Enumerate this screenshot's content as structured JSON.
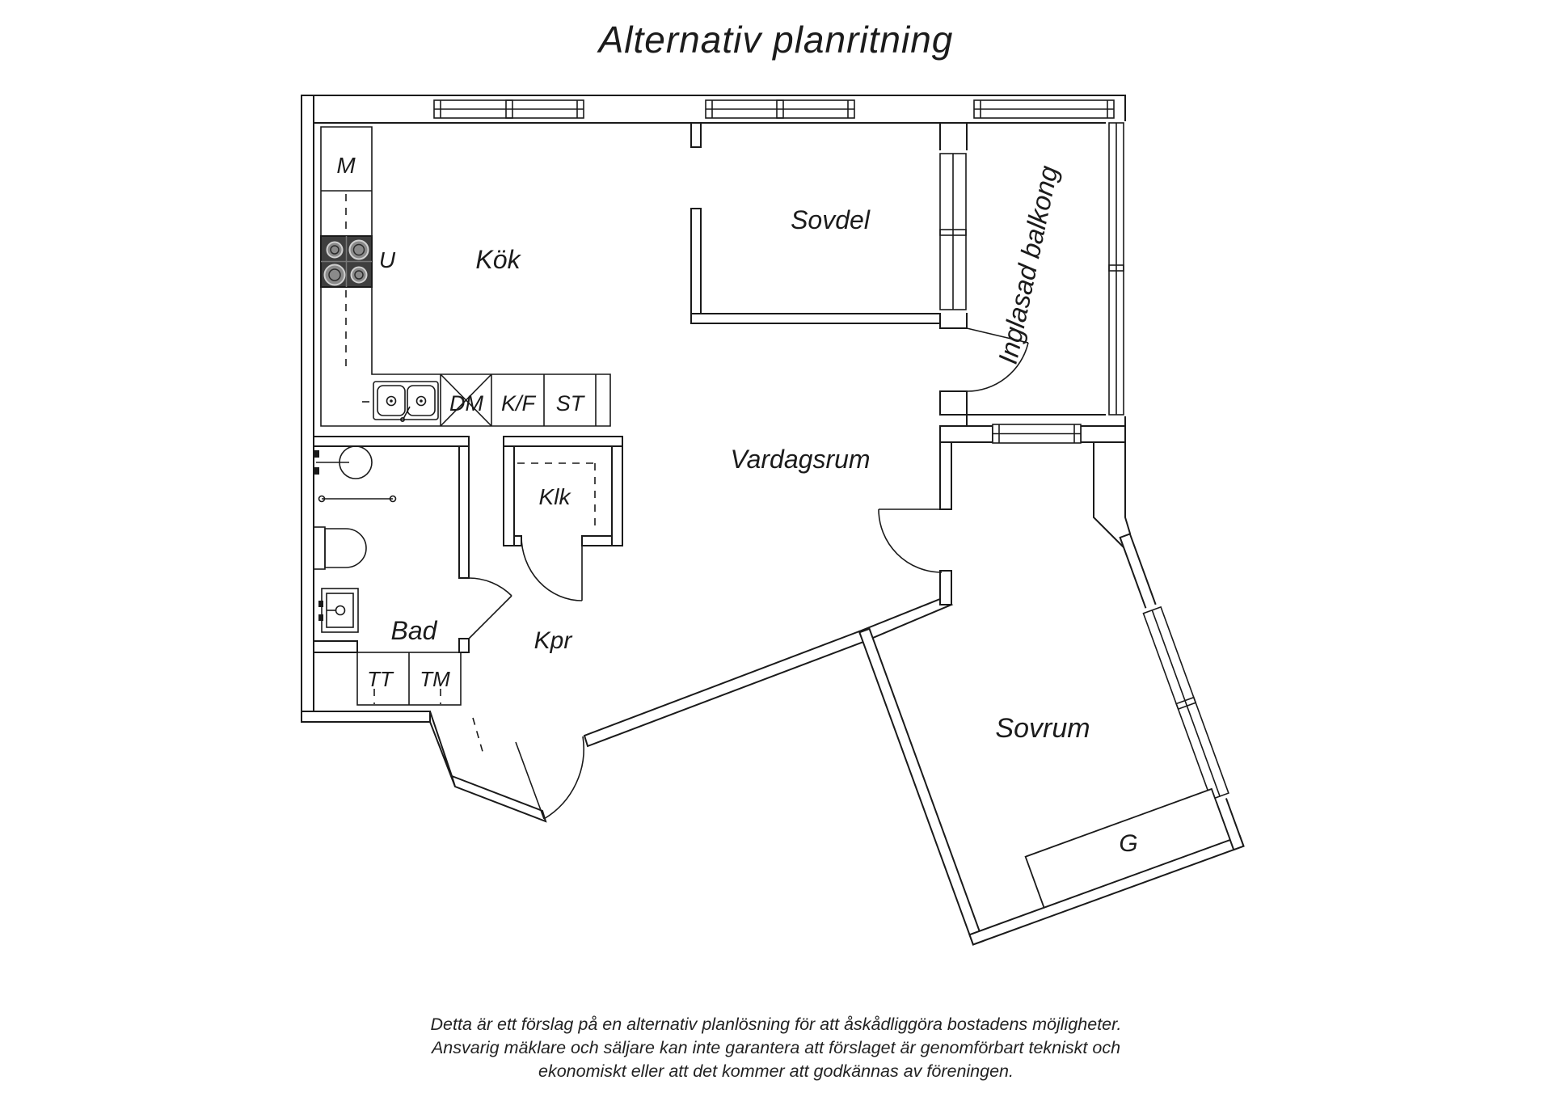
{
  "title": "Alternativ planritning",
  "rooms": {
    "kok": "Kök",
    "sovdel": "Sovdel",
    "balkong": "Inglasad balkong",
    "vardagsrum": "Vardagsrum",
    "klk": "Klk",
    "bad": "Bad",
    "kpr": "Kpr",
    "sovrum": "Sovrum"
  },
  "labels": {
    "m": "M",
    "u": "U",
    "dm": "DM",
    "kf": "K/F",
    "st": "ST",
    "tt": "TT",
    "tm": "TM",
    "g": "G"
  },
  "disclaimer": {
    "line1": "Detta är ett förslag på en alternativ planlösning för att åskådliggöra bostadens möjligheter.",
    "line2": "Ansvarig mäklare och säljare kan inte garantera att förslaget är genomförbart tekniskt och",
    "line3": "ekonomiskt eller att det kommer att godkännas av föreningen."
  },
  "colors": {
    "line": "#1a1a1a",
    "stove": "#3f3f3f"
  }
}
